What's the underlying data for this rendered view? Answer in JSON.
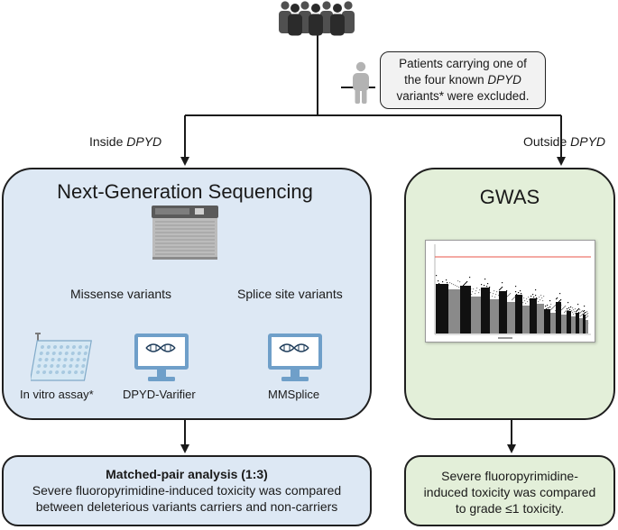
{
  "exclusion_note": {
    "line1": "Patients carrying one of",
    "line2_prefix": "the four known ",
    "line2_gene": "DPYD",
    "line3": "variants* were excluded."
  },
  "branches": {
    "inside_prefix": "Inside ",
    "outside_prefix": "Outside ",
    "gene": "DPYD"
  },
  "ngs_panel": {
    "title": "Next-Generation Sequencing",
    "missense_label": "Missense variants",
    "splice_label": "Splice site variants",
    "tools": {
      "in_vitro": "In vitro assay*",
      "dpyd_varifier": "DPYD-Varifier",
      "mmsplice": "MMSplice"
    }
  },
  "gwas_panel": {
    "title": "GWAS"
  },
  "ngs_outcome": {
    "title": "Matched-pair analysis (1:3)",
    "line1": "Severe fluoropyrimidine-induced toxicity was compared",
    "line2": "between deleterious variants carriers and non-carriers"
  },
  "gwas_outcome": {
    "line1": "Severe fluoropyrimidine-",
    "line2": "induced toxicity was compared",
    "line3": "to grade ≤1 toxicity."
  },
  "colors": {
    "ngs_fill": "#dde8f4",
    "gwas_fill": "#e3efd9",
    "monitor": "#6f9fc9",
    "threshold_line": "#e8564a"
  }
}
